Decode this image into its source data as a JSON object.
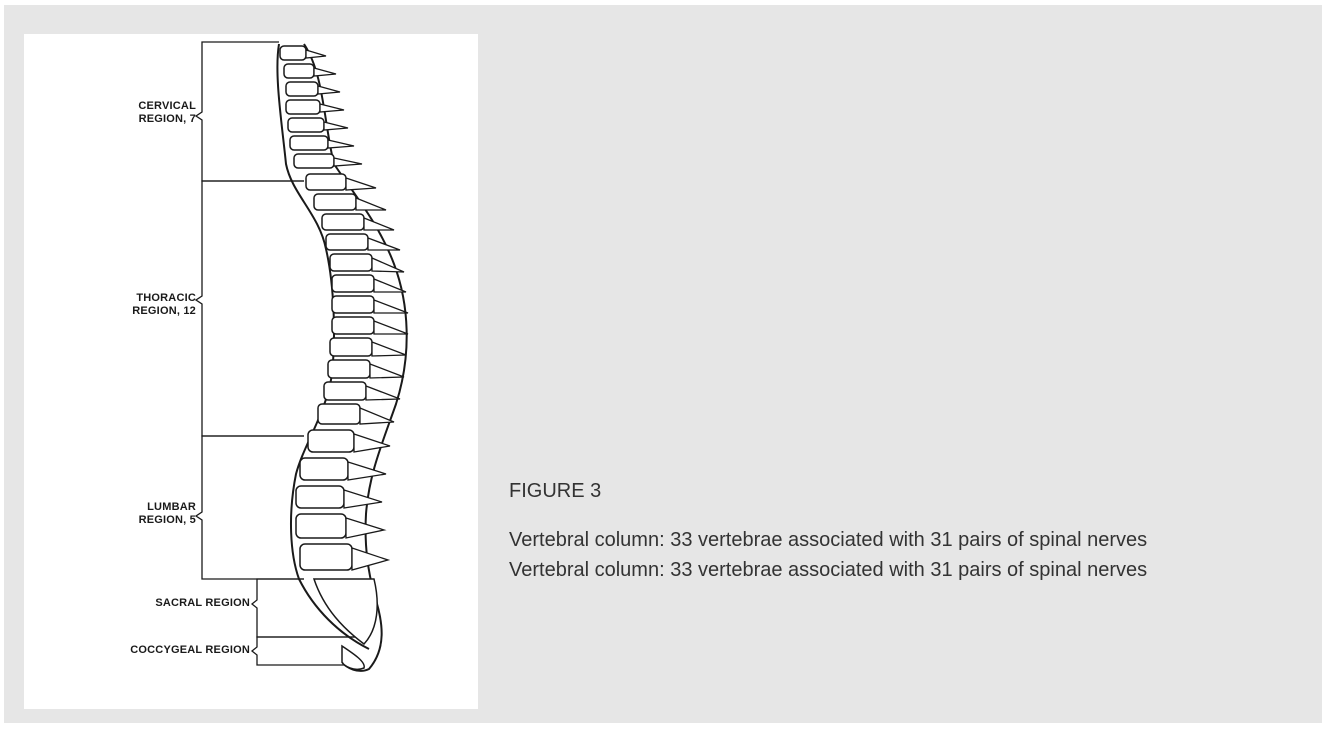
{
  "figure": {
    "number_label": "FIGURE 3",
    "caption_lines": [
      "Vertebral column: 33 vertebrae associated with 31 pairs of spinal nerves",
      "Vertebral column: 33 vertebrae associated with 31 pairs of spinal nerves"
    ]
  },
  "diagram": {
    "regions": {
      "cervical": {
        "line1": "CERVICAL",
        "line2": "REGION, 7"
      },
      "thoracic": {
        "line1": "THORACIC",
        "line2": "REGION, 12"
      },
      "lumbar": {
        "line1": "LUMBAR",
        "line2": "REGION, 5"
      },
      "sacral": {
        "line1": "SACRAL REGION"
      },
      "coccygeal": {
        "line1": "COCCYGEAL REGION"
      }
    }
  },
  "colors": {
    "background": "#e6e6e6",
    "figure_background": "#ffffff",
    "ink": "#1a1a1a",
    "caption_text": "#333333"
  }
}
